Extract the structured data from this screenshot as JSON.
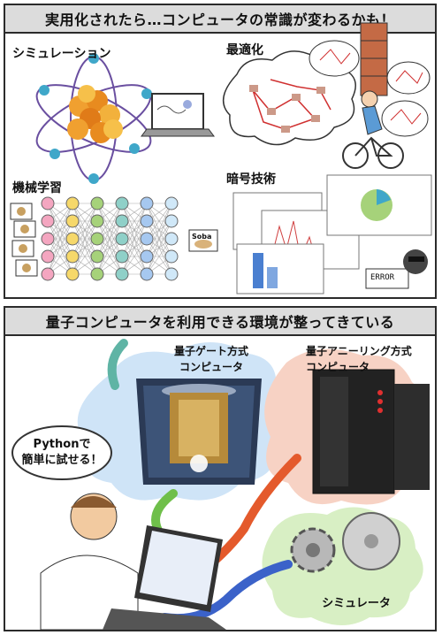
{
  "top_panel": {
    "title": "実用化されたら…コンピュータの常識が変わるかも！",
    "sections": {
      "simulation": "シミュレーション",
      "optimization": "最適化",
      "machine_learning": "機械学習",
      "cryptography": "暗号技術"
    },
    "soba_label": "Soba",
    "error_label": "ERROR"
  },
  "bottom_panel": {
    "title": "量子コンピュータを利用できる環境が整ってきている",
    "gate_label_line1": "量子ゲート方式",
    "gate_label_line2": "コンピュータ",
    "annealing_label_line1": "量子アニーリング方式",
    "annealing_label_line2": "コンピュータ",
    "speech_line1": "Pythonで",
    "speech_line2": "簡単に試せる！",
    "simulator_label": "シミュレータ"
  },
  "colors": {
    "header_bg": "#dcdcdc",
    "gate_cloud": "#cfe4f7",
    "annealing_cloud": "#f7d2c4",
    "simulator_cloud": "#d8efc4"
  }
}
